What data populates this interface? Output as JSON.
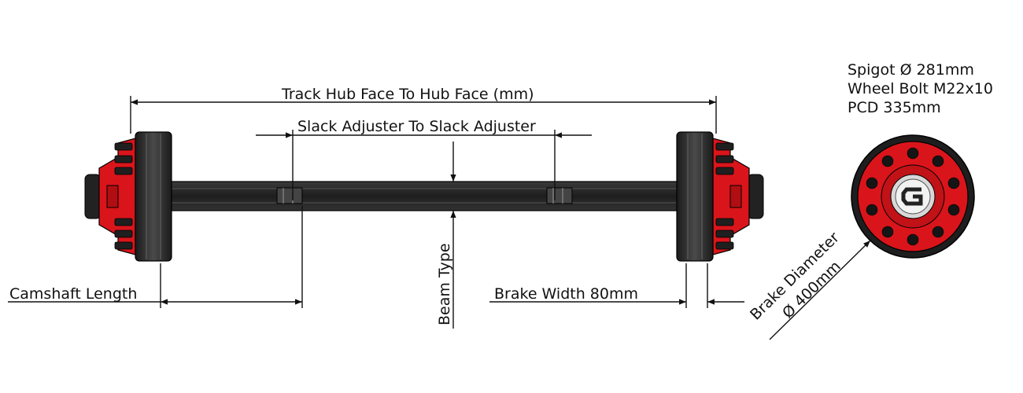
{
  "labels": {
    "track": "Track Hub Face To Hub Face (mm)",
    "slack": "Slack Adjuster To Slack Adjuster",
    "beam": "Beam Type",
    "camshaft": "Camshaft Length",
    "brake_width": "Brake Width 80mm",
    "brake_diameter_line1": "Brake Diameter",
    "brake_diameter_line2": "Ø 400mm"
  },
  "specs": {
    "spigot": "Spigot Ø 281mm",
    "wheel_bolt": "Wheel Bolt M22x10",
    "pcd": "PCD 335mm"
  },
  "colors": {
    "hub_red": "#d9151b",
    "dark": "#2b2b2b",
    "line": "#111111"
  },
  "icons": {
    "hub_logo": "g-logo-icon"
  }
}
